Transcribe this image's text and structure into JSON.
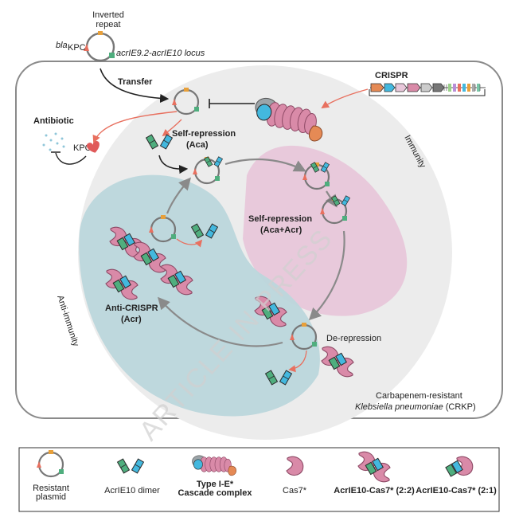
{
  "labels": {
    "inverted_repeat_1": "Inverted",
    "inverted_repeat_2": "repeat",
    "bla": "bla",
    "bla_sub": "KPC",
    "locus": "acrIE9.2-acrIE10 locus",
    "transfer": "Transfer",
    "crispr": "CRISPR",
    "antibiotic": "Antibiotic",
    "kpc": "KPC",
    "self_repression_aca_1": "Self-repression",
    "self_repression_aca_2": "(Aca)",
    "self_repression_acr_1": "Self-repression",
    "self_repression_acr_2": "(Aca+Acr)",
    "immunity": "Immunity",
    "anti_immunity": "Anti-immunity",
    "anti_crispr_1": "Anti-CRISPR",
    "anti_crispr_2": "(Acr)",
    "de_repression": "De-repression",
    "crkp_1": "Carbapenem-resistant",
    "crkp_2_italic": "Klebsiella pneumoniae",
    "crkp_2_rest": " (CRKP)",
    "watermark": "ARTICLE IN PRESS"
  },
  "legend": {
    "plasmid_1": "Resistant",
    "plasmid_2": "plasmid",
    "dimer": "AcrIE10 dimer",
    "cascade_1": "Type I-E*",
    "cascade_2": "Cascade complex",
    "cas7": "Cas7*",
    "complex22": "AcrIE10-Cas7* (2:2)",
    "complex21": "AcrIE10-Cas7* (2:1)"
  },
  "colors": {
    "immunity_bg": "#e7c6d9",
    "anti_bg": "#bcd7dc",
    "cell_bg": "#ececec",
    "cas7": "#d98aa8",
    "acr_green": "#4fae7e",
    "acr_blue": "#43b8de",
    "arrow_red": "#e8705f",
    "orange": "#e8a03a"
  }
}
